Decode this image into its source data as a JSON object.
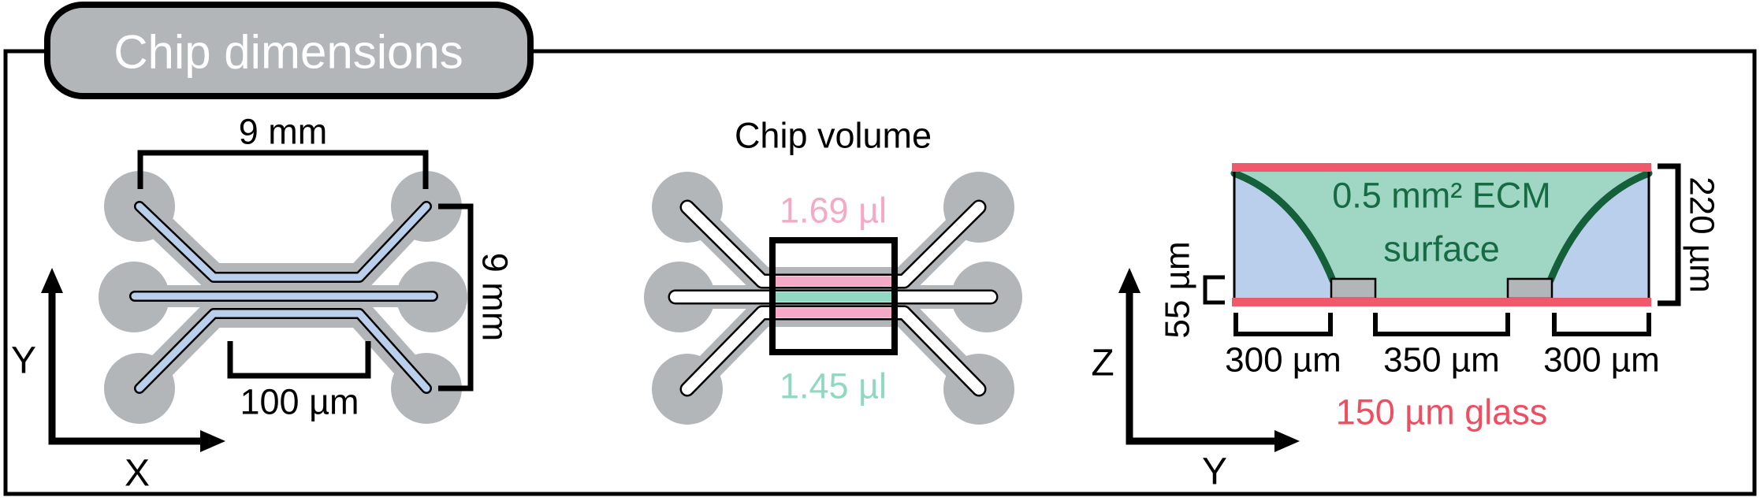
{
  "title_badge": {
    "label": "Chip dimensions"
  },
  "left_panel": {
    "top_width": "9 mm",
    "side_height": "9 mm",
    "channel_width": "100 µm",
    "axis_vertical": "Y",
    "axis_horizontal": "X"
  },
  "middle_panel": {
    "heading": "Chip volume",
    "top_channels_volume": "1.69 µl",
    "center_channel_volume": "1.45 µl"
  },
  "right_panel": {
    "ecm_label_line1": "0.5 mm² ECM",
    "ecm_label_line2": "surface",
    "chamber_height": "220 µm",
    "phaseguide_height": "55 µm",
    "left_channel_width": "300 µm",
    "center_channel_width": "350 µm",
    "right_channel_width": "300 µm",
    "glass_label": "150 µm glass",
    "axis_vertical": "Z",
    "axis_horizontal": "Y"
  },
  "colors": {
    "body_gray": "#b3b6b9",
    "channel_blue": "#b9cfec",
    "volume_pink": "#f4a9c6",
    "volume_teal": "#90d8c1",
    "ecm_fill_teal": "#9fd6c4",
    "ecm_dark_green": "#14603a",
    "glass_red": "#f0596c",
    "glass_text_red": "#ef4d60"
  }
}
